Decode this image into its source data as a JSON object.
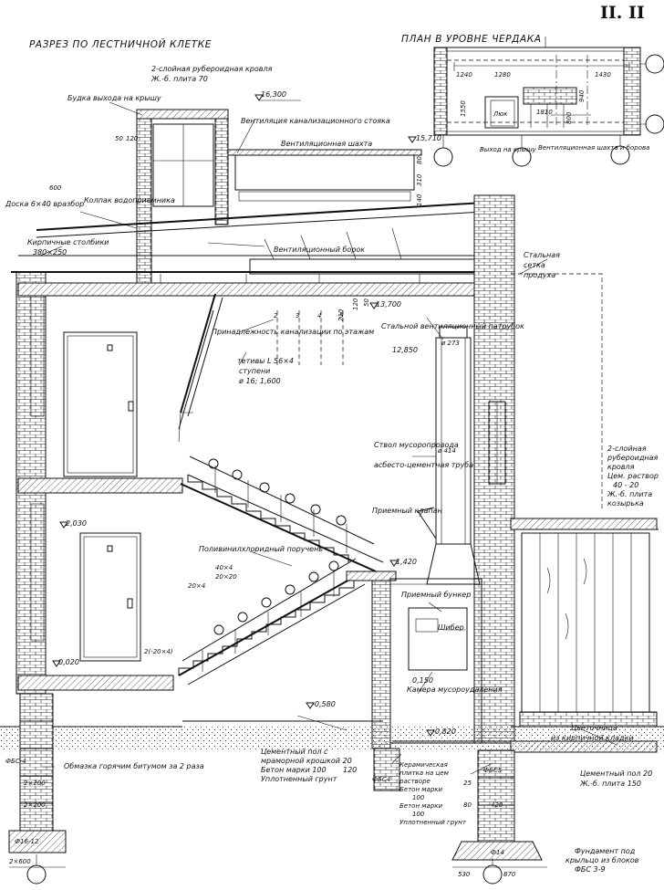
{
  "sheet": {
    "number": "II. II",
    "title": "РАЗРЕЗ ПО ЛЕСТНИЧНОЙ КЛЕТКЕ",
    "plan_title": "ПЛАН В УРОВНЕ ЧЕРДАКА"
  },
  "plan": {
    "dims": [
      "1240",
      "1280",
      "1430",
      "1550",
      "1810",
      "940",
      "800",
      "Люк"
    ],
    "labels": [
      "Выход на крышу",
      "Вентиляционная шахта и борова"
    ]
  },
  "section": {
    "roof": [
      "2-слойная рубероидная кровля",
      "Ж.-б. плита 70"
    ],
    "exit_booth": "Будка выхода на крышу",
    "vent_riser": "Вентиляция канализационного стояка",
    "vent_shaft": "Вентиляционная шахта",
    "board": "Доска 6×40 вразбор",
    "cap": "Колпак водоприемника",
    "brick_columns": [
      "Кирпичные столбики",
      "380×250"
    ],
    "vent_duct": "Вентиляционный борок",
    "steel_mesh": [
      "Стальная",
      "сетка",
      "продуха"
    ],
    "drains": "Принадлежность канализации по этажам",
    "stringer": [
      "тетивы L 56×4",
      "ступени",
      "ø 16; 1,600"
    ],
    "vent_pipe": [
      "Стальной вентиляционный патрубок",
      "12,850"
    ],
    "chute": [
      "Ствол мусоропровода",
      "асбесто-цементная труба"
    ],
    "intake": "Приемный клапан",
    "handrail": "Поливинилхлоридный поручень",
    "bunker": "Приемный бункер",
    "gate": "Шибер",
    "chamber": "Камера мусороудаления",
    "canopy": [
      "2-слойная",
      "рубероидная",
      "кровля",
      "Цем. раствор",
      "40 - 20",
      "Ж.-б. плита",
      "козырька"
    ],
    "flower_box": [
      "Цветочница",
      "из кирпичной кладки"
    ],
    "bitumen": "Обмазка горячим битумом за 2 раза",
    "floor_cement": [
      "Цементный пол с",
      "мраморной крошкой 20",
      "Бетон марки 100",
      "120",
      "Уплотненный грунт"
    ],
    "floor_ceramic": [
      "Керамическая",
      "плитка на цем",
      "растворе",
      "Бетон марки",
      "100",
      "25",
      "Бетон марки",
      "100",
      "80",
      "Уплотненный грунт"
    ],
    "floor_porch": [
      "Цементный пол 20",
      "Ж.-б. плита 150"
    ],
    "foundation": [
      "Фундамент под",
      "крыльцо из блоков",
      "ФБС 3-9"
    ]
  },
  "levels": [
    "16,300",
    "15,710",
    "13,700",
    "2,030",
    "1,420",
    "0,020",
    "0,150",
    "-0,580",
    "-0,820"
  ],
  "dims": {
    "roof_stack": [
      "50",
      "120"
    ],
    "board_w": "600",
    "vert": [
      "80",
      "310",
      "140"
    ],
    "slab_sizes": [
      "120",
      "210",
      "50"
    ],
    "chute_dia": [
      "ø 273",
      "ø 414"
    ],
    "rail": [
      "40×4",
      "20×20",
      "20×4",
      "2(-20×4)"
    ],
    "porch": [
      "420",
      "530",
      "870"
    ],
    "base": [
      "2×200",
      "2×600",
      "2×200"
    ],
    "blocks": [
      "ФБС-4",
      "Ф16-12",
      "ФБС4",
      "ФБС5",
      "Ф14"
    ],
    "axis_marks": [
      "2",
      "3",
      "4",
      "5"
    ]
  }
}
